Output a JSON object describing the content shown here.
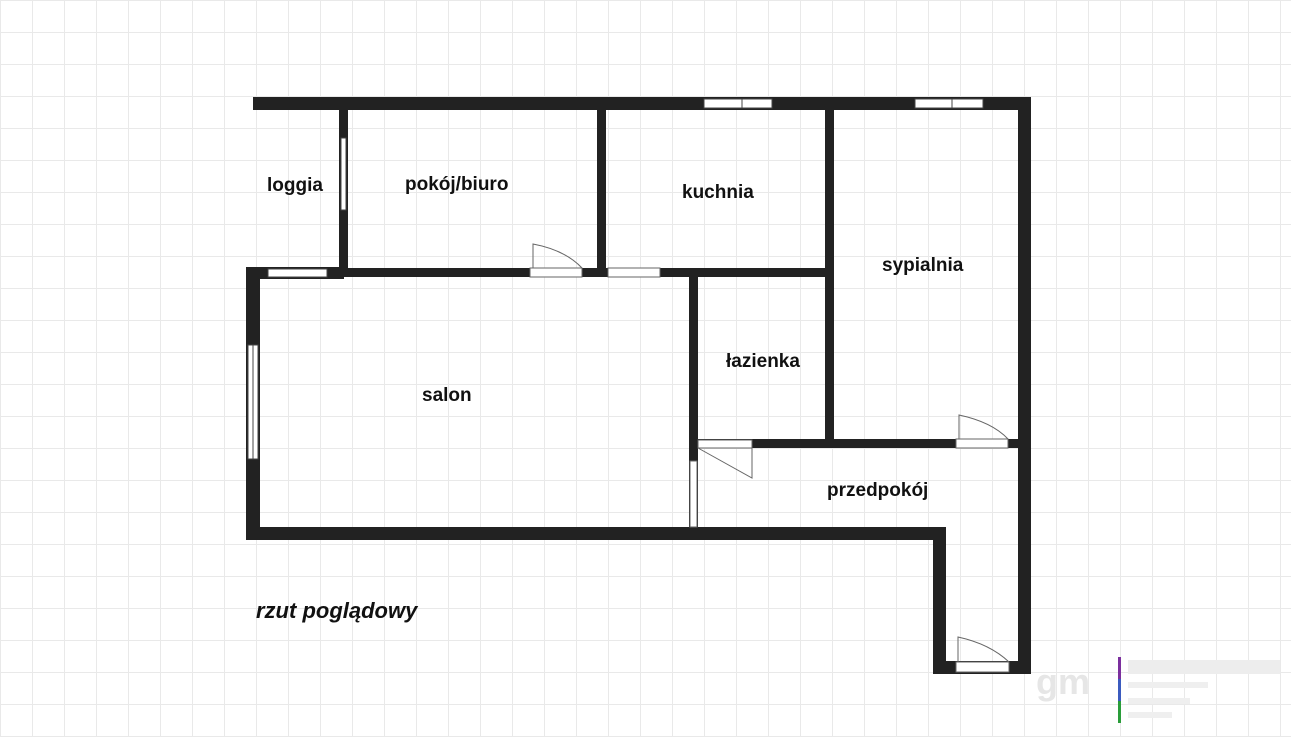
{
  "floorplan": {
    "rooms": {
      "loggia": "loggia",
      "pokoj_biuro": "pokój/biuro",
      "kuchnia": "kuchnia",
      "sypialnia": "sypialnia",
      "lazienka": "łazienka",
      "salon": "salon",
      "przedpokoj": "przedpokój"
    },
    "caption": "rzut poglądowy"
  },
  "colors": {
    "wall": "#222222",
    "door": "#666666",
    "window": "#ffffff",
    "grid": "#e9e9e9",
    "logo_accent_purple": "#7b2f9e",
    "logo_accent_blue": "#3b5bbf",
    "logo_accent_green": "#2a9d3a"
  }
}
